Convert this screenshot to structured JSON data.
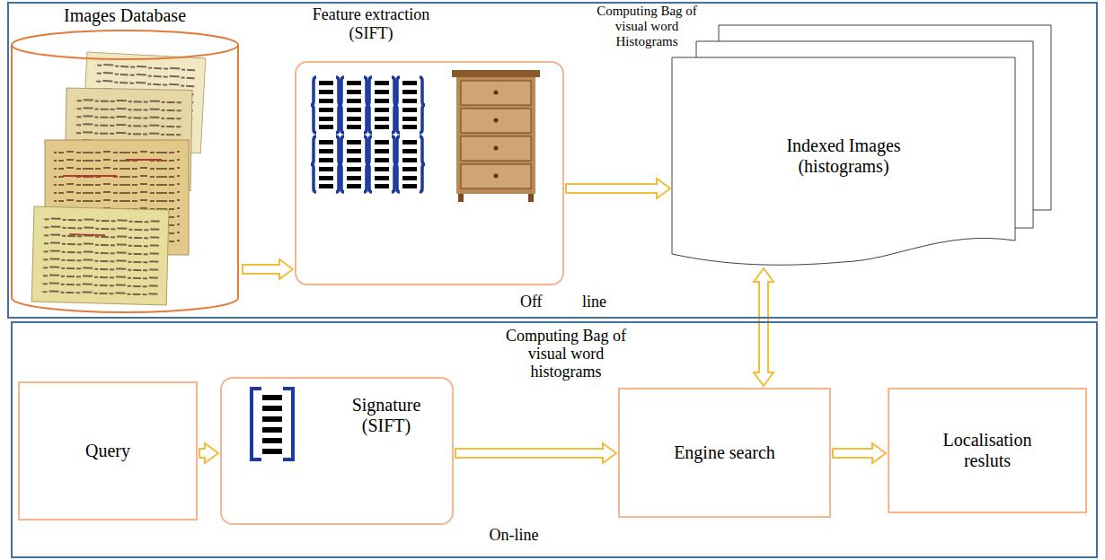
{
  "diagram": {
    "nodes": [
      {
        "text": [
          "Off line"
        ]
      },
      {
        "text": [
          "Images Database"
        ],
        "in": 0
      },
      {
        "text": [
          "Feature extraction (SIFT)"
        ],
        "in": 0
      },
      {
        "text": [
          "Indexed Images (histograms)"
        ],
        "in": 0
      },
      {
        "text": [
          "On-line"
        ]
      },
      {
        "text": [
          "Query"
        ],
        "in": 4
      },
      {
        "text": [
          "Signature (SIFT)"
        ],
        "in": 4
      },
      {
        "text": [
          "Engine search"
        ],
        "in": 4
      },
      {
        "text": [
          "Localisation resluts"
        ],
        "in": 4
      }
    ],
    "edges": [
      {
        "from": 1,
        "to": 2,
        "arrow": "to"
      },
      {
        "from": 2,
        "to": 3,
        "arrow": "to",
        "label": "Computing Bag of visual word Histograms"
      },
      {
        "from": 3,
        "to": 7,
        "arrow": "both"
      },
      {
        "from": 5,
        "to": 6,
        "arrow": "to"
      },
      {
        "from": 6,
        "to": 7,
        "arrow": "to",
        "label": "Computing Bag of visual word histograms"
      },
      {
        "from": 7,
        "to": 8,
        "arrow": "to"
      }
    ]
  }
}
